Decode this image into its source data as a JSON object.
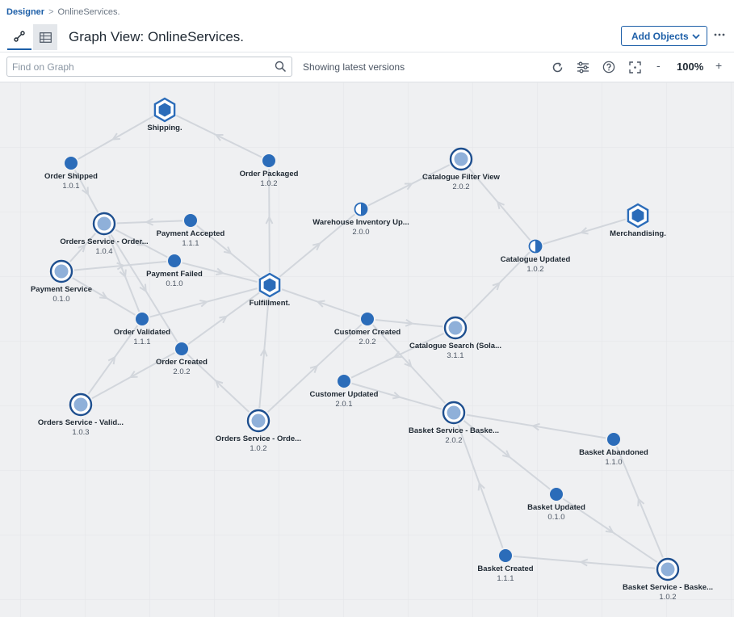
{
  "breadcrumb": {
    "root": "Designer",
    "separator": ">",
    "current": "OnlineServices."
  },
  "header": {
    "title": "Graph View: OnlineServices.",
    "add_button": "Add Objects",
    "graph_tab_icon": "graph-view-icon",
    "table_tab_icon": "table-view-icon",
    "more_icon": "more-icon"
  },
  "toolbar": {
    "search_placeholder": "Find on Graph",
    "status": "Showing latest versions",
    "zoom_minus": "-",
    "zoom_level": "100%",
    "zoom_plus": "+"
  },
  "colors": {
    "accent": "#1d5fa8",
    "node": "#2b6cb9",
    "edge": "#d2d6dc",
    "canvas": "#eff0f2"
  },
  "graph": {
    "nodes": [
      {
        "id": "shipping",
        "type": "domain",
        "label": "Shipping.",
        "version": ""
      },
      {
        "id": "order-shipped",
        "type": "event",
        "label": "Order Shipped",
        "version": "1.0.1"
      },
      {
        "id": "order-packaged",
        "type": "event",
        "label": "Order Packaged",
        "version": "1.0.2"
      },
      {
        "id": "catalogue-filter-view",
        "type": "service",
        "label": "Catalogue Filter View",
        "version": "2.0.2"
      },
      {
        "id": "merchandising",
        "type": "domain",
        "label": "Merchandising.",
        "version": ""
      },
      {
        "id": "warehouse-inventory",
        "type": "half",
        "label": "Warehouse Inventory Up...",
        "version": "2.0.0"
      },
      {
        "id": "orders-service-104",
        "type": "service",
        "label": "Orders Service - Order...",
        "version": "1.0.4"
      },
      {
        "id": "payment-accepted",
        "type": "event",
        "label": "Payment Accepted",
        "version": "1.1.1"
      },
      {
        "id": "catalogue-updated",
        "type": "half",
        "label": "Catalogue Updated",
        "version": "1.0.2"
      },
      {
        "id": "payment-service",
        "type": "service",
        "label": "Payment Service",
        "version": "0.1.0"
      },
      {
        "id": "payment-failed",
        "type": "event",
        "label": "Payment Failed",
        "version": "0.1.0"
      },
      {
        "id": "fulfillment",
        "type": "domain",
        "label": "Fulfillment.",
        "version": ""
      },
      {
        "id": "order-validated",
        "type": "event",
        "label": "Order Validated",
        "version": "1.1.1"
      },
      {
        "id": "customer-created",
        "type": "event",
        "label": "Customer Created",
        "version": "2.0.2"
      },
      {
        "id": "catalogue-search",
        "type": "service",
        "label": "Catalogue Search (Sola...",
        "version": "3.1.1"
      },
      {
        "id": "order-created",
        "type": "event",
        "label": "Order Created",
        "version": "2.0.2"
      },
      {
        "id": "customer-updated",
        "type": "event",
        "label": "Customer Updated",
        "version": "2.0.1"
      },
      {
        "id": "orders-service-valid",
        "type": "service",
        "label": "Orders Service - Valid...",
        "version": "1.0.3"
      },
      {
        "id": "orders-service-102",
        "type": "service",
        "label": "Orders Service - Orde...",
        "version": "1.0.2"
      },
      {
        "id": "basket-service-202",
        "type": "service",
        "label": "Basket Service - Baske...",
        "version": "2.0.2"
      },
      {
        "id": "basket-abandoned",
        "type": "event",
        "label": "Basket Abandoned",
        "version": "1.1.0"
      },
      {
        "id": "basket-updated",
        "type": "event",
        "label": "Basket Updated",
        "version": "0.1.0"
      },
      {
        "id": "basket-created",
        "type": "event",
        "label": "Basket Created",
        "version": "1.1.1"
      },
      {
        "id": "basket-service-102",
        "type": "service",
        "label": "Basket Service - Baske...",
        "version": "1.0.2"
      }
    ],
    "edges": [
      [
        "order-packaged",
        "shipping"
      ],
      [
        "shipping",
        "order-shipped"
      ],
      [
        "order-shipped",
        "orders-service-104"
      ],
      [
        "fulfillment",
        "order-packaged"
      ],
      [
        "payment-accepted",
        "orders-service-104"
      ],
      [
        "payment-accepted",
        "fulfillment"
      ],
      [
        "payment-service",
        "orders-service-104"
      ],
      [
        "payment-service",
        "payment-failed"
      ],
      [
        "payment-service",
        "order-validated"
      ],
      [
        "payment-failed",
        "fulfillment"
      ],
      [
        "order-validated",
        "fulfillment"
      ],
      [
        "orders-service-104",
        "order-validated"
      ],
      [
        "orders-service-104",
        "order-created"
      ],
      [
        "order-created",
        "fulfillment"
      ],
      [
        "order-created",
        "orders-service-valid"
      ],
      [
        "orders-service-valid",
        "order-validated"
      ],
      [
        "orders-service-102",
        "order-created"
      ],
      [
        "orders-service-102",
        "customer-created"
      ],
      [
        "orders-service-102",
        "fulfillment"
      ],
      [
        "customer-created",
        "fulfillment"
      ],
      [
        "customer-created",
        "catalogue-search"
      ],
      [
        "customer-created",
        "basket-service-202"
      ],
      [
        "catalogue-search",
        "customer-updated"
      ],
      [
        "customer-updated",
        "basket-service-202"
      ],
      [
        "catalogue-search",
        "catalogue-updated"
      ],
      [
        "merchandising",
        "catalogue-updated"
      ],
      [
        "catalogue-updated",
        "catalogue-filter-view"
      ],
      [
        "fulfillment",
        "warehouse-inventory"
      ],
      [
        "warehouse-inventory",
        "catalogue-filter-view"
      ],
      [
        "basket-abandoned",
        "basket-service-202"
      ],
      [
        "basket-service-202",
        "basket-updated"
      ],
      [
        "basket-updated",
        "basket-service-102"
      ],
      [
        "basket-service-102",
        "basket-abandoned"
      ],
      [
        "basket-service-102",
        "basket-created"
      ],
      [
        "basket-created",
        "basket-service-202"
      ],
      [
        "orders-service-104",
        "payment-failed"
      ]
    ]
  }
}
